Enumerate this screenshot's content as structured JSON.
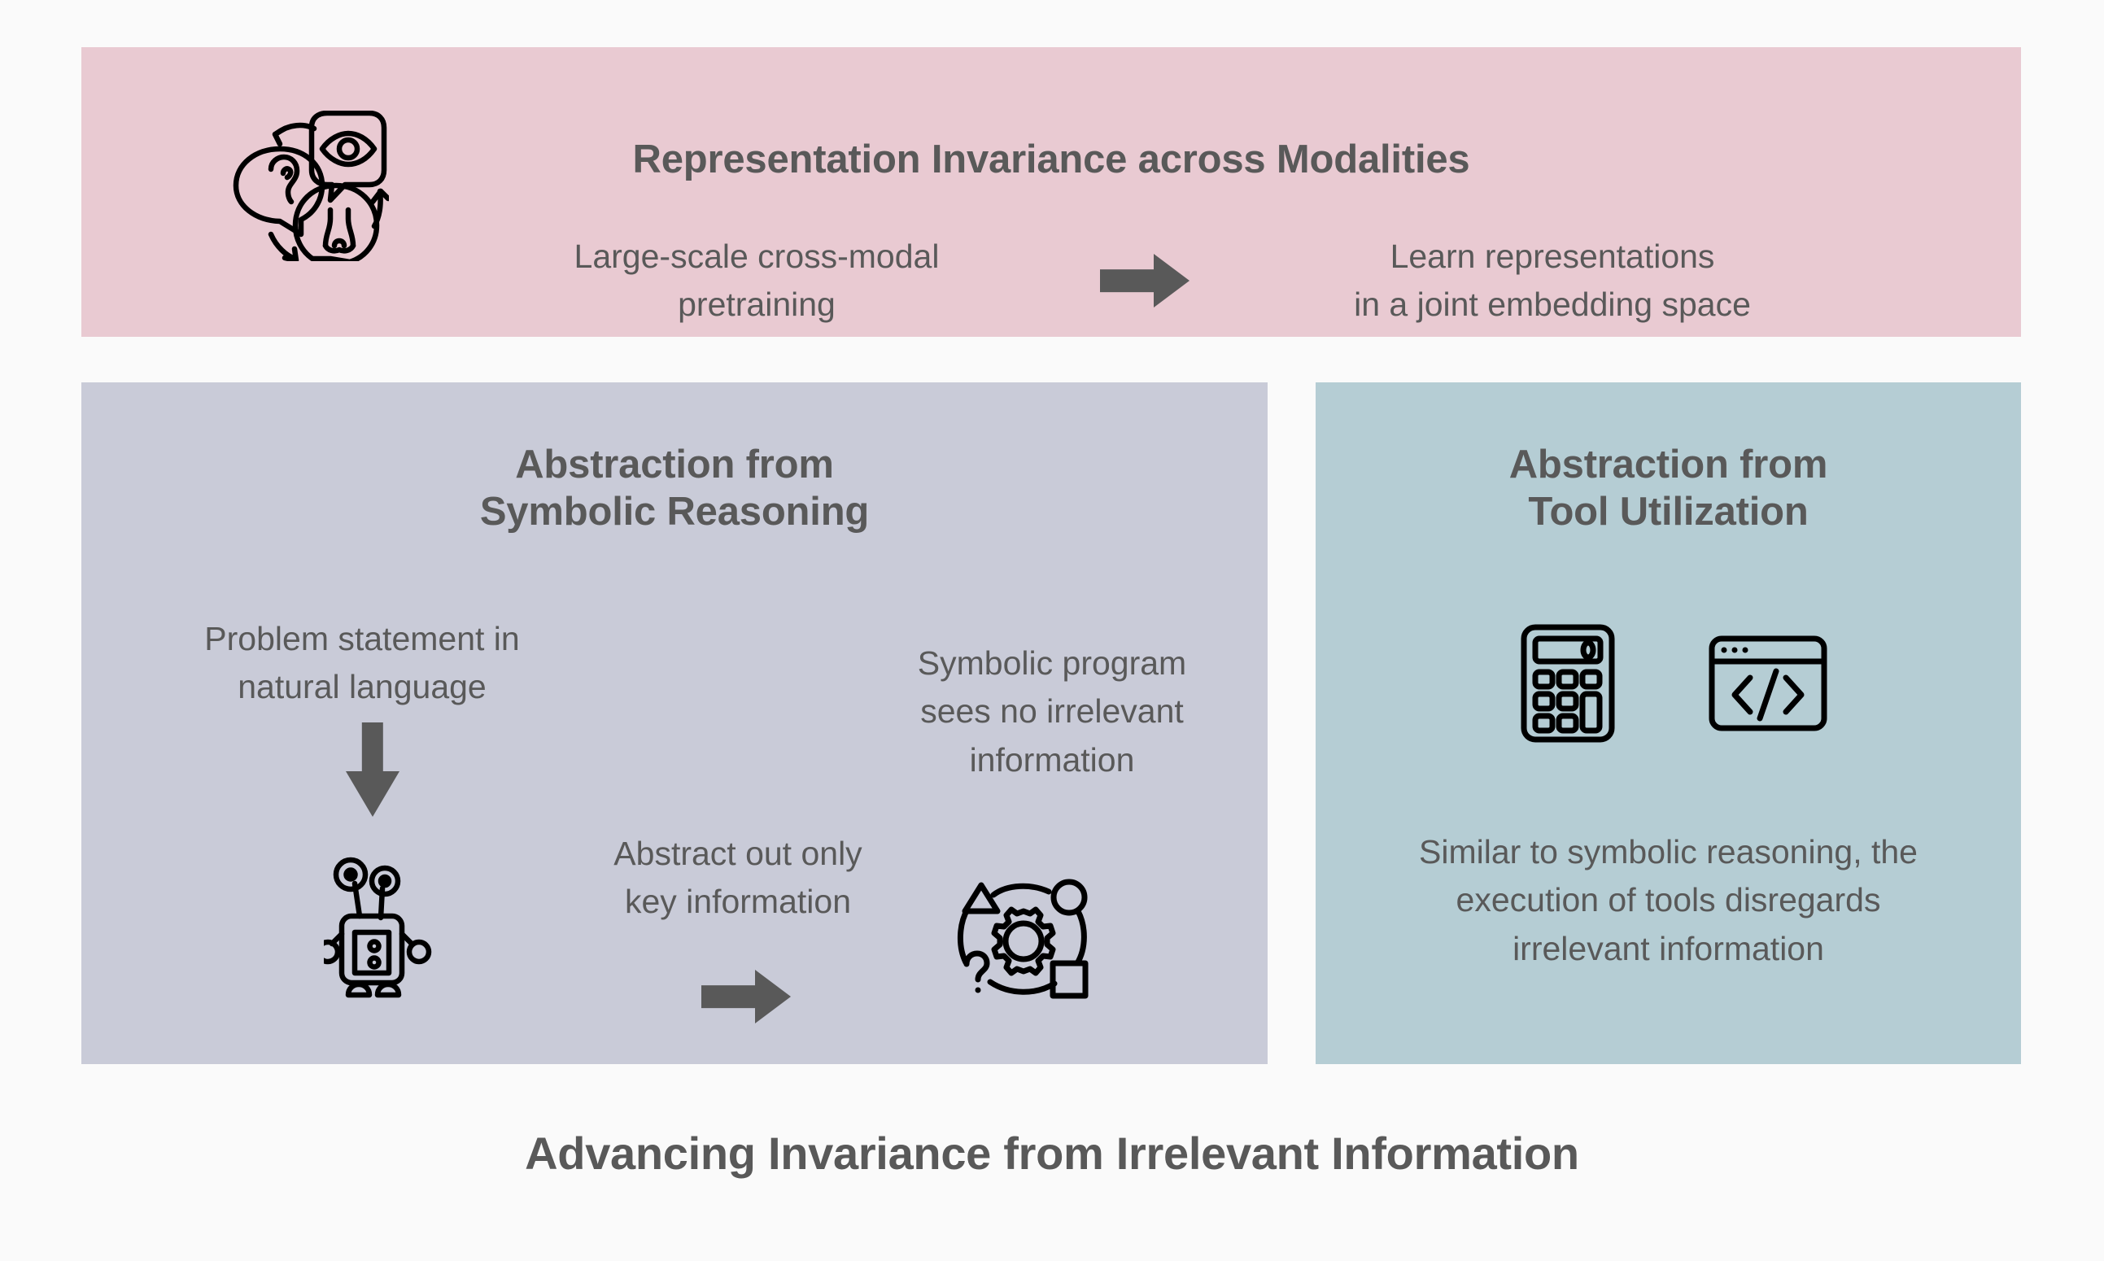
{
  "background_color": "#fafafa",
  "text_color": "#595959",
  "caption": "Advancing Invariance from Irrelevant Information",
  "panels": {
    "modalities": {
      "title": "Representation Invariance across Modalities",
      "color": "#e9cad2",
      "icon": "multimodal-speech-bubbles-icon",
      "left_text_line1": "Large-scale cross-modal",
      "left_text_line2": "pretraining",
      "arrow": "arrow-right-icon",
      "right_text_line1": "Learn representations",
      "right_text_line2": "in a joint embedding space"
    },
    "symbolic": {
      "title_line1": "Abstraction from",
      "title_line2": "Symbolic Reasoning",
      "color": "#c9cbd8",
      "input_text_line1": "Problem statement in",
      "input_text_line2": "natural language",
      "down_arrow": "arrow-down-icon",
      "robot_icon": "robot-icon",
      "middle_text_line1": "Abstract out only",
      "middle_text_line2": "key information",
      "middle_arrow": "arrow-right-icon",
      "output_text_line1": "Symbolic program",
      "output_text_line2": "sees no irrelevant",
      "output_text_line3": "information",
      "output_icon": "gear-symbols-icon"
    },
    "tools": {
      "title_line1": "Abstraction from",
      "title_line2": "Tool Utilization",
      "color": "#b5cdd4",
      "calculator_icon": "calculator-icon",
      "calculator_display_value": "0",
      "code_icon": "code-window-icon",
      "code_glyph": "</>",
      "body_line1": "Similar to symbolic reasoning, the",
      "body_line2": "execution of tools disregards",
      "body_line3": "irrelevant information"
    }
  }
}
